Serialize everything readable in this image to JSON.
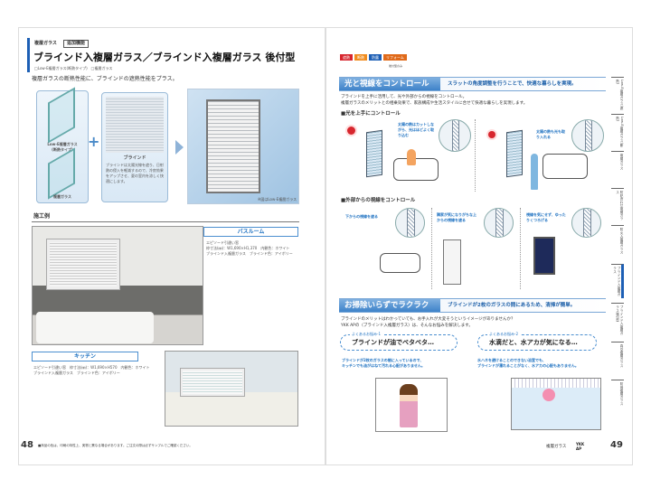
{
  "left": {
    "category": "複層ガラス",
    "badge": "追加機能",
    "title": "ブラインド入複層ガラス／ブラインド入複層ガラス 後付型",
    "subtitle": "□Low-E複層ガラス(断熱タイプ)　□複層ガラス",
    "intro": "複層ガラスの断熱性能に、ブラインドの遮熱性能をプラス。",
    "glass1_label": "Low-E複層ガラス\n(断熱タイプ)",
    "glass2_label": "複層ガラス",
    "plus": "+",
    "blind_title": "ブラインド",
    "blind_text": "ブラインドは太陽光線を遮り、日射熱の侵入を軽減するので、冷房効果をアップさせ、夏の室内を涼しく快適にします。",
    "photo_note": "※図はLow-E複層ガラス",
    "section_examples": "施工例",
    "bath_label": "バスルーム",
    "bath_text": "エピソード引違い窓\n枠寸法(㎜)：W1,690×H1,370　内観色：ホワイト\nブラインド入複層ガラス　ブラインド色：アイボリー",
    "kitchen_label": "キッチン",
    "kitchen_text": "エピソード引違い窓　枠寸法(㎜)：W1,690×H570　内観色：ホワイト\nブラインド入複層ガラス　ブラインド色：アイボリー",
    "page_number": "48",
    "footnote": "■商品の色は、印刷の特性上、実物と異なる場合があります。ご注文の際は必ずサンプルでご確認ください。"
  },
  "right": {
    "tags": [
      {
        "label": "遮熱",
        "color": "#d7262e"
      },
      {
        "label": "断熱",
        "color": "#f08c1e"
      },
      {
        "label": "防露",
        "color": "#1d5fb5"
      },
      {
        "label": "リフォーム",
        "color": "#e06a1a"
      }
    ],
    "tag_note": "後付型のみ",
    "banner1": {
      "label": "光と視線をコントロール",
      "sub": "スラットの角度調整を行うことで、快適な暮らしを実現。"
    },
    "text1": "ブラインドを上手に活用して、光や外部からの視線をコントロール。\n複層ガラスのメリットとの相乗効果で、家族構成や生活スタイルに合せて快適な暮らしを実現します。",
    "heading_light": "■光を上手にコントロール",
    "light_captions": [
      "太陽の熱はカットしながら、光はほどよく取り込む",
      "太陽の熱も光も取り入れる"
    ],
    "heading_view": "■外部からの視線をコントロール",
    "view_captions": [
      "下からの視線を遮る",
      "隣家が気になりがちな上からの視線を遮る",
      "視線を気にせず、ゆったりくつろげる"
    ],
    "circle_label": "内",
    "banner2": {
      "label": "お掃除いらずでラクラク",
      "sub": "ブラインドが2枚のガラスの間にあるため、清掃が簡単。"
    },
    "text2": "ブラインドのメリットはわかっていても、お手入れが大変そうというイメージがありませんか？\nYKK APの〈ブラインド入複層ガラス〉は、そんなお悩みを解決します。",
    "worries": [
      {
        "head": "よくあるお悩み-1",
        "text": "ブラインドが油でベタベタ…",
        "answer": "ブラインドが2枚のガラスの間に入っているので、\nキッチンでも油がはねて汚れる心配がありません。"
      },
      {
        "head": "よくあるお悩み-2",
        "text": "水滴だと、水アカが気になる…",
        "answer": "水ハネを避けることのできない浴室でも、\nブラインドが濡れることがなく、水アカの心配もありません。"
      }
    ],
    "footer_label": "複層ガラス",
    "logo": "YKK AP",
    "page_number": "49",
    "side_tabs": [
      "Low-E複層ガラス(遮熱)",
      "Low-E複層ガラス(断熱)",
      "複層ガラス",
      "防犯合わせ複層ガラス",
      "防火入複層ガラス",
      "ブラインド入複層ガラス",
      "ブラインド入複層ガラス後付型",
      "真空複層ガラス",
      "防音複層ガラス"
    ],
    "active_tab": 5
  }
}
